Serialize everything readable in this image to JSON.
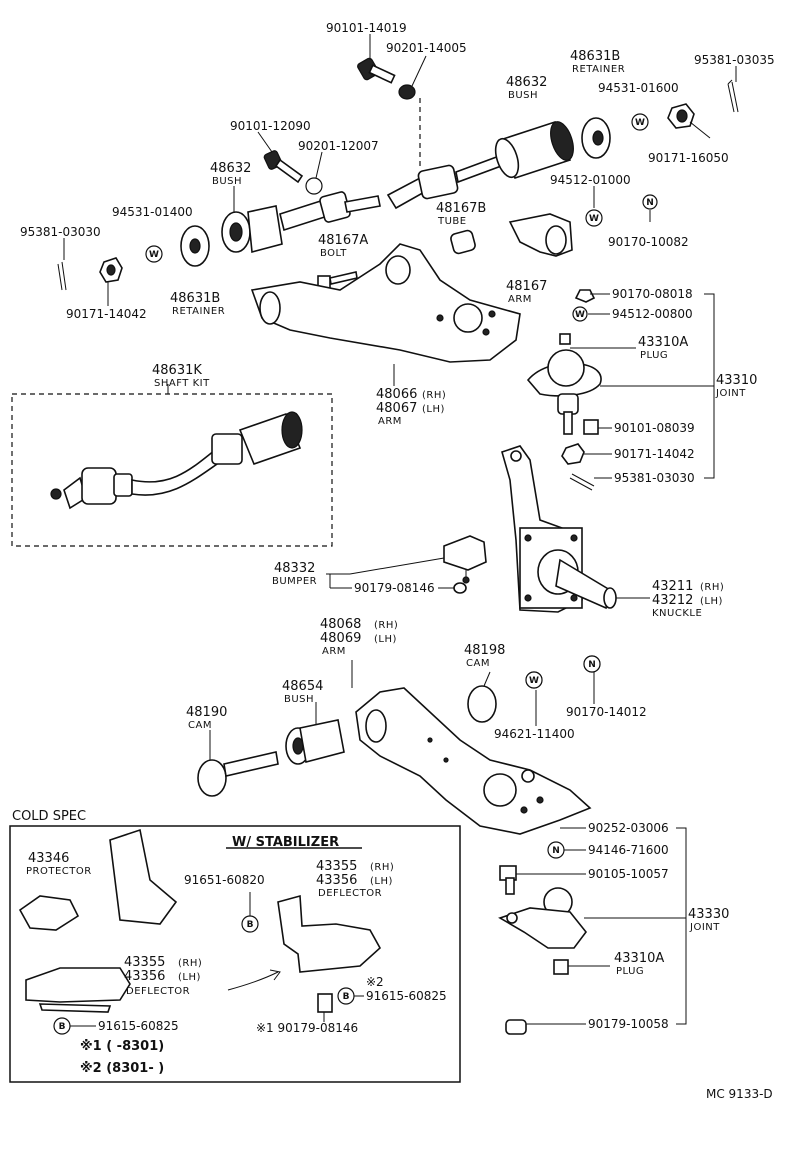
{
  "parts": {
    "p90101_14019": "90101-14019",
    "p90201_14005": "90201-14005",
    "p48631B_top": "48631B",
    "retainer_top": "RETAINER",
    "p95381_03035": "95381-03035",
    "p48632_top": "48632",
    "bush_top": "BUSH",
    "p94531_01600": "94531-01600",
    "p90101_12090": "90101-12090",
    "p90201_12007": "90201-12007",
    "p90171_16050": "90171-16050",
    "p48632_left": "48632",
    "bush_left": "BUSH",
    "p94512_01000": "94512-01000",
    "p94531_01400": "94531-01400",
    "p48167B": "48167B",
    "tube": "TUBE",
    "p95381_03030_top": "95381-03030",
    "p48167A": "48167A",
    "bolt": "BOLT",
    "p90170_10082": "90170-10082",
    "p48167": "48167",
    "arm_48167": "ARM",
    "p90171_14042_top": "90171-14042",
    "p48631B_left": "48631B",
    "retainer_left": "RETAINER",
    "p90170_08018": "90170-08018",
    "p94512_00800": "94512-00800",
    "p43310A_top": "43310A",
    "plug_top": "PLUG",
    "p43310": "43310",
    "joint_43310": "JOINT",
    "p48631K": "48631K",
    "shaft_kit": "SHAFT KIT",
    "p48066": "48066",
    "rh_48066": "(RH)",
    "p48067": "48067",
    "lh_48067": "(LH)",
    "arm_upper": "ARM",
    "p90101_08039": "90101-08039",
    "p90171_14042_r": "90171-14042",
    "p95381_03030_r": "95381-03030",
    "p48332": "48332",
    "bumper": "BUMPER",
    "p90179_08146": "90179-08146",
    "p43211": "43211",
    "rh_43211": "(RH)",
    "p43212": "43212",
    "lh_43212": "(LH)",
    "knuckle": "KNUCKLE",
    "p48068": "48068",
    "rh_48068": "(RH)",
    "p48069": "48069",
    "lh_48069": "(LH)",
    "arm_lower": "ARM",
    "p48198": "48198",
    "cam_48198": "CAM",
    "p48654": "48654",
    "bush_48654": "BUSH",
    "p48190": "48190",
    "cam_48190": "CAM",
    "p94621_11400": "94621-11400",
    "p90170_14012": "90170-14012",
    "cold_spec": "COLD  SPEC",
    "w_stabilizer": "W/ STABILIZER",
    "p90252_03006": "90252-03006",
    "p94146_71600": "94146-71600",
    "p90105_10057": "90105-10057",
    "p43330": "43330",
    "joint_43330": "JOINT",
    "p43310A_bot": "43310A",
    "plug_bot": "PLUG",
    "p90179_10058": "90179-10058",
    "p43346": "43346",
    "protector": "PROTECTOR",
    "p91651_60820": "91651-60820",
    "p43355_a": "43355",
    "rh_43355_a": "(RH)",
    "p43356_a": "43356",
    "lh_43356_a": "(LH)",
    "deflector_a": "DEFLECTOR",
    "p43355_b": "43355",
    "rh_43355_b": "(RH)",
    "p43356_b": "43356",
    "lh_43356_b": "(LH)",
    "deflector_b": "DEFLECTOR",
    "note2_mark": "※2",
    "p91615_60825_a": "91615-60825",
    "p91615_60825_b": "91615-60825",
    "p90179_08146_b": "※1 90179-08146",
    "note1": "※1 (      -8301)",
    "note2": "※2 (8301-        )",
    "ref_code": "MC  9133-D"
  },
  "symbols": {
    "w": "W",
    "n": "N",
    "b": "B"
  }
}
